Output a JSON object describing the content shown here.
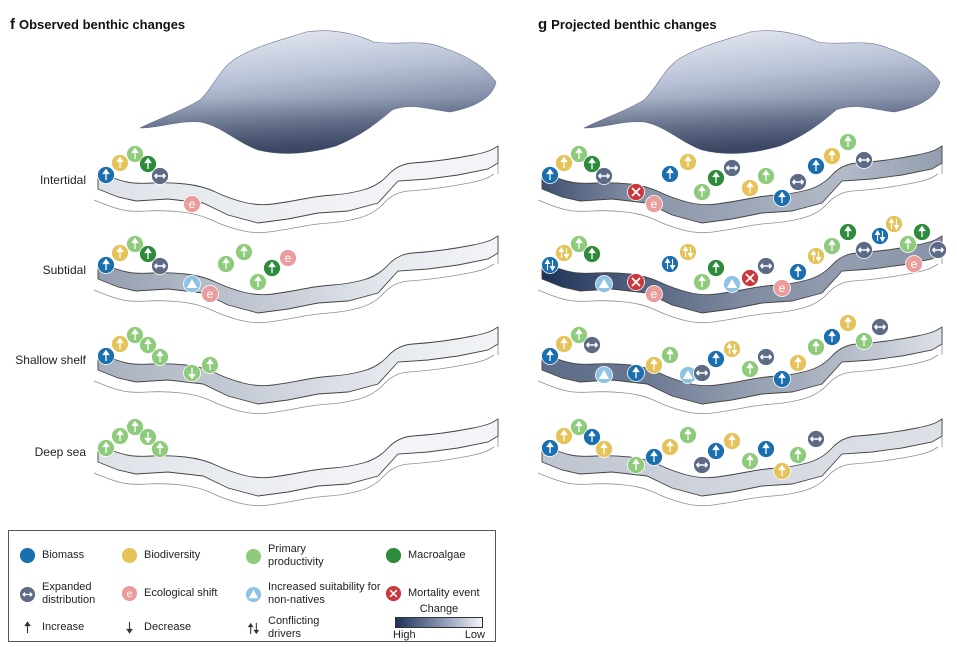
{
  "panels": [
    {
      "letter": "f",
      "title": "Observed benthic changes"
    },
    {
      "letter": "g",
      "title": "Projected benthic changes"
    }
  ],
  "zones": [
    "Intertidal",
    "Subtidal",
    "Shallow shelf",
    "Deep sea"
  ],
  "colors": {
    "biomass": "#1b6fae",
    "biodiversity": "#e6c35a",
    "primary_productivity": "#8fcb7c",
    "macroalgae": "#2e8b3b",
    "expanded_distribution": "#5d6b86",
    "ecological_shift": "#eb9c9c",
    "non_natives": "#8fc3e3",
    "mortality": "#c8383d",
    "change_high": "#1f3358",
    "change_low": "#f2f4f7"
  },
  "legend": {
    "biomass": "Biomass",
    "biodiversity": "Biodiversity",
    "primary_productivity": "Primary productivity",
    "macroalgae": "Macroalgae",
    "expanded_distribution": "Expanded distribution",
    "ecological_shift": "Ecological shift",
    "non_natives": "Increased suitability for non-natives",
    "mortality": "Mortality event",
    "increase": "Increase",
    "decrease": "Decrease",
    "conflicting": "Conflicting drivers",
    "change": "Change",
    "high": "High",
    "low": "Low"
  },
  "icon_names": {
    "biomass": "biomass-icon",
    "biodiversity": "biodiversity-icon",
    "primary_productivity": "primary-productivity-icon",
    "macroalgae": "macroalgae-icon",
    "expanded_distribution": "expanded-distribution-icon",
    "ecological_shift": "ecological-shift-icon",
    "non_natives": "non-natives-icon",
    "mortality": "mortality-icon"
  },
  "diagram_values": {
    "f": [
      {
        "zone": "Intertidal",
        "change_level": [
          0.1,
          0.05,
          0.02,
          0.0,
          0.0
        ],
        "markers": [
          [
            "biomass",
            "up"
          ],
          [
            "biodiversity",
            "up"
          ],
          [
            "primary_productivity",
            "up"
          ],
          [
            "macroalgae",
            "up"
          ],
          [
            "expanded_distribution",
            "none"
          ],
          [
            "ecological_shift",
            "none"
          ]
        ]
      },
      {
        "zone": "Subtidal",
        "change_level": [
          0.45,
          0.3,
          0.18,
          0.05,
          0.0
        ],
        "markers": [
          [
            "biomass",
            "up"
          ],
          [
            "biodiversity",
            "up"
          ],
          [
            "primary_productivity",
            "up"
          ],
          [
            "macroalgae",
            "up"
          ],
          [
            "expanded_distribution",
            "none"
          ],
          [
            "non_natives",
            "none"
          ],
          [
            "ecological_shift",
            "none"
          ],
          [
            "primary_productivity",
            "up"
          ],
          [
            "primary_productivity",
            "up"
          ],
          [
            "primary_productivity",
            "up"
          ],
          [
            "macroalgae",
            "up"
          ],
          [
            "ecological_shift",
            "none"
          ]
        ]
      },
      {
        "zone": "Shallow shelf",
        "change_level": [
          0.35,
          0.25,
          0.15,
          0.05,
          0.0
        ],
        "markers": [
          [
            "biomass",
            "up"
          ],
          [
            "biodiversity",
            "up"
          ],
          [
            "primary_productivity",
            "up"
          ],
          [
            "primary_productivity",
            "up"
          ],
          [
            "primary_productivity",
            "up"
          ],
          [
            "primary_productivity",
            "down"
          ],
          [
            "primary_productivity",
            "up"
          ]
        ]
      },
      {
        "zone": "Deep sea",
        "change_level": [
          0.1,
          0.05,
          0.02,
          0.0,
          0.0
        ],
        "markers": [
          [
            "primary_productivity",
            "up"
          ],
          [
            "primary_productivity",
            "up"
          ],
          [
            "primary_productivity",
            "up"
          ],
          [
            "primary_productivity",
            "down"
          ],
          [
            "primary_productivity",
            "up"
          ]
        ]
      }
    ],
    "g": [
      {
        "zone": "Intertidal",
        "change_level": [
          0.85,
          0.5,
          0.4,
          0.3,
          0.45
        ],
        "markers": [
          [
            "biomass",
            "up"
          ],
          [
            "biodiversity",
            "up"
          ],
          [
            "primary_productivity",
            "up"
          ],
          [
            "macroalgae",
            "up"
          ],
          [
            "expanded_distribution",
            "none"
          ],
          [
            "mortality",
            "none"
          ],
          [
            "ecological_shift",
            "none"
          ],
          [
            "biomass",
            "up"
          ],
          [
            "biodiversity",
            "up"
          ],
          [
            "primary_productivity",
            "up"
          ],
          [
            "macroalgae",
            "up"
          ],
          [
            "expanded_distribution",
            "none"
          ],
          [
            "biodiversity",
            "up"
          ],
          [
            "primary_productivity",
            "up"
          ],
          [
            "biomass",
            "up"
          ],
          [
            "expanded_distribution",
            "none"
          ],
          [
            "biomass",
            "up"
          ],
          [
            "biodiversity",
            "up"
          ],
          [
            "primary_productivity",
            "up"
          ],
          [
            "expanded_distribution",
            "none"
          ]
        ]
      },
      {
        "zone": "Subtidal",
        "change_level": [
          1.0,
          0.75,
          0.55,
          0.45,
          0.5
        ],
        "markers": [
          [
            "biomass",
            "conflicting"
          ],
          [
            "biodiversity",
            "conflicting"
          ],
          [
            "primary_productivity",
            "up"
          ],
          [
            "macroalgae",
            "up"
          ],
          [
            "non_natives",
            "none"
          ],
          [
            "mortality",
            "none"
          ],
          [
            "ecological_shift",
            "none"
          ],
          [
            "biomass",
            "conflicting"
          ],
          [
            "biodiversity",
            "conflicting"
          ],
          [
            "primary_productivity",
            "up"
          ],
          [
            "macroalgae",
            "up"
          ],
          [
            "non_natives",
            "none"
          ],
          [
            "mortality",
            "none"
          ],
          [
            "expanded_distribution",
            "none"
          ],
          [
            "ecological_shift",
            "none"
          ],
          [
            "biomass",
            "up"
          ],
          [
            "biodiversity",
            "conflicting"
          ],
          [
            "primary_productivity",
            "up"
          ],
          [
            "macroalgae",
            "up"
          ],
          [
            "expanded_distribution",
            "none"
          ],
          [
            "biomass",
            "conflicting"
          ],
          [
            "biodiversity",
            "conflicting"
          ],
          [
            "primary_productivity",
            "up"
          ],
          [
            "macroalgae",
            "up"
          ],
          [
            "expanded_distribution",
            "none"
          ],
          [
            "ecological_shift",
            "none"
          ]
        ]
      },
      {
        "zone": "Shallow shelf",
        "change_level": [
          0.7,
          0.65,
          0.45,
          0.3,
          0.1
        ],
        "markers": [
          [
            "biomass",
            "up"
          ],
          [
            "biodiversity",
            "up"
          ],
          [
            "primary_productivity",
            "up"
          ],
          [
            "expanded_distribution",
            "none"
          ],
          [
            "non_natives",
            "none"
          ],
          [
            "biomass",
            "up"
          ],
          [
            "biodiversity",
            "up"
          ],
          [
            "primary_productivity",
            "up"
          ],
          [
            "non_natives",
            "none"
          ],
          [
            "expanded_distribution",
            "none"
          ],
          [
            "biomass",
            "up"
          ],
          [
            "biodiversity",
            "conflicting"
          ],
          [
            "primary_productivity",
            "up"
          ],
          [
            "expanded_distribution",
            "none"
          ],
          [
            "biomass",
            "up"
          ],
          [
            "biodiversity",
            "up"
          ],
          [
            "primary_productivity",
            "up"
          ],
          [
            "biomass",
            "up"
          ],
          [
            "biodiversity",
            "up"
          ],
          [
            "primary_productivity",
            "up"
          ],
          [
            "expanded_distribution",
            "none"
          ]
        ]
      },
      {
        "zone": "Deep sea",
        "change_level": [
          0.25,
          0.2,
          0.15,
          0.12,
          0.1
        ],
        "markers": [
          [
            "biomass",
            "up"
          ],
          [
            "biodiversity",
            "up"
          ],
          [
            "primary_productivity",
            "up"
          ],
          [
            "biomass",
            "up"
          ],
          [
            "biodiversity",
            "up"
          ],
          [
            "primary_productivity",
            "up"
          ],
          [
            "biomass",
            "up"
          ],
          [
            "biodiversity",
            "up"
          ],
          [
            "primary_productivity",
            "up"
          ],
          [
            "expanded_distribution",
            "none"
          ],
          [
            "biomass",
            "up"
          ],
          [
            "biodiversity",
            "up"
          ],
          [
            "primary_productivity",
            "up"
          ],
          [
            "biomass",
            "up"
          ],
          [
            "biodiversity",
            "up"
          ],
          [
            "primary_productivity",
            "up"
          ],
          [
            "expanded_distribution",
            "none"
          ]
        ]
      }
    ]
  }
}
